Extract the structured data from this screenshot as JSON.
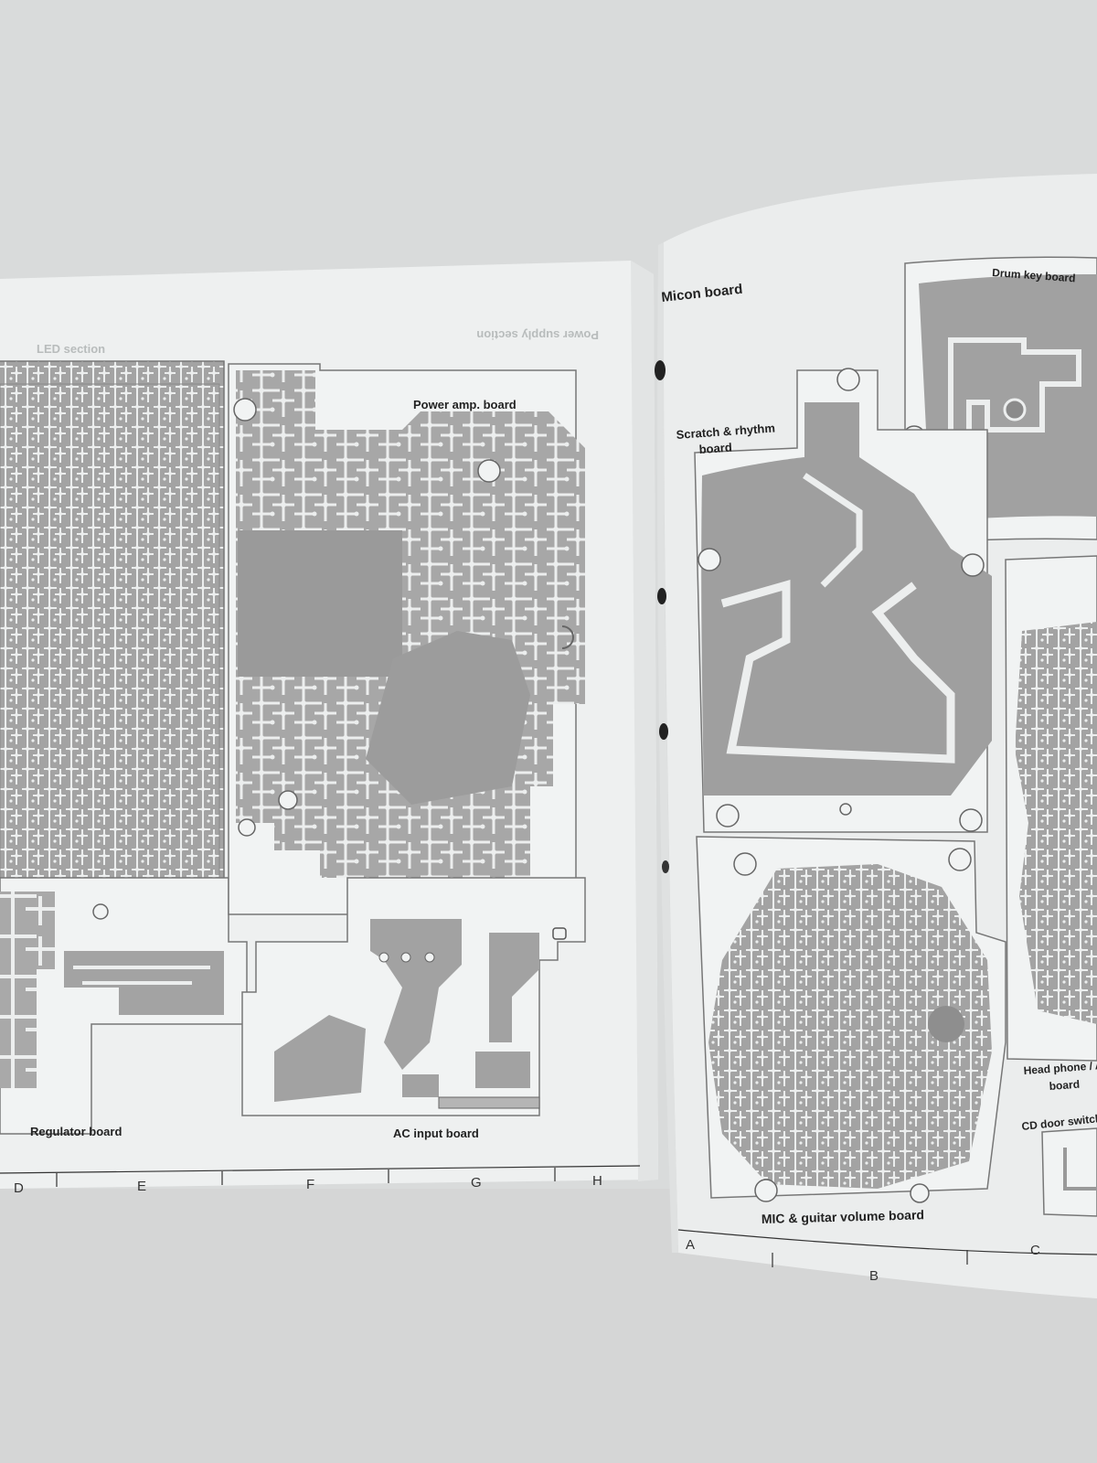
{
  "left_page": {
    "section_led": "LED section",
    "section_power": "Power supply section",
    "boards": {
      "power_amp": "Power amp. board",
      "regulator": "Regulator board",
      "ac_input": "AC input board"
    },
    "grid_letters": [
      "D",
      "E",
      "F",
      "G",
      "H"
    ]
  },
  "right_page": {
    "section_micon": "Micon board",
    "boards": {
      "drum_key": "Drum key board",
      "scratch_line1": "Scratch & rhythm",
      "scratch_line2": "board",
      "mic_guitar": "MIC & guitar volume board",
      "headphone_line1": "Head phone / AUX",
      "headphone_line2": "board",
      "cd_door": "CD door switch board"
    },
    "grid_letters": [
      "A",
      "B",
      "C"
    ]
  },
  "colors": {
    "background": "#d9dbdb",
    "paper": "#f1f3f3",
    "trace": "#9a9a9a",
    "outline": "#777777"
  }
}
